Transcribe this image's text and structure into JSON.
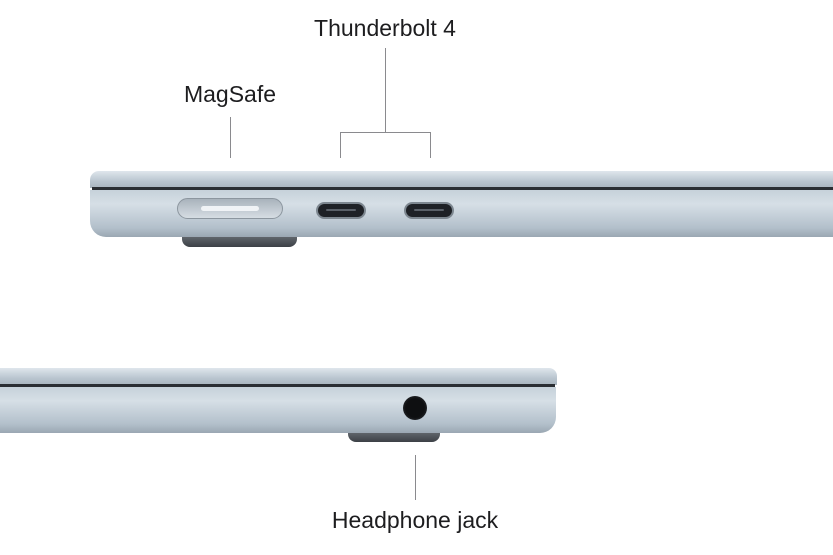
{
  "labels": {
    "magsafe": "MagSafe",
    "thunderbolt": "Thunderbolt 4",
    "headphone": "Headphone jack"
  }
}
